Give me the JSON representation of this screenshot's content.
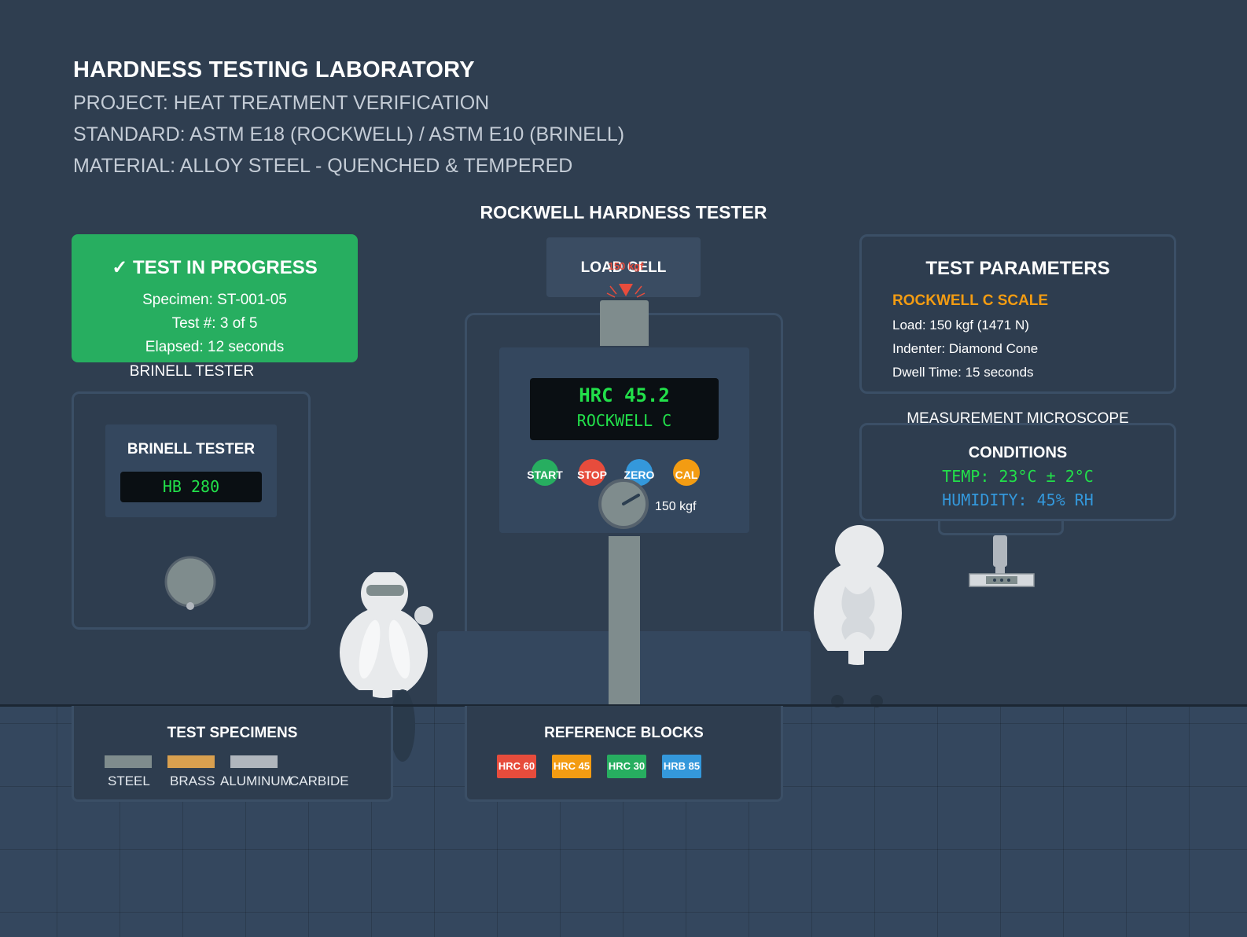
{
  "header": {
    "title": "HARDNESS TESTING LABORATORY",
    "project": "PROJECT: HEAT TREATMENT VERIFICATION",
    "standard": "STANDARD: ASTM E18 (ROCKWELL) / ASTM E10 (BRINELL)",
    "material": "MATERIAL: ALLOY STEEL - QUENCHED & TEMPERED"
  },
  "status": {
    "check_icon": "checkmark-icon",
    "title": "TEST IN PROGRESS",
    "specimen": "Specimen: ST-001-05",
    "test_number": "Test #: 3 of 5",
    "elapsed": "Elapsed: 12 seconds",
    "color": "#27ae60"
  },
  "rockwell": {
    "title": "ROCKWELL HARDNESS TESTER",
    "load_cell_label": "LOAD CELL",
    "load_indicator": "150 kgf",
    "display_value": "HRC 45.2",
    "display_scale": "ROCKWELL C",
    "buttons": [
      {
        "label": "START",
        "color": "#27ae60"
      },
      {
        "label": "STOP",
        "color": "#e74c3c"
      },
      {
        "label": "ZERO",
        "color": "#3498db"
      },
      {
        "label": "CAL",
        "color": "#f39c12"
      }
    ],
    "dial_label": "150 kgf"
  },
  "brinell": {
    "outer_label": "BRINELL TESTER",
    "title": "BRINELL TESTER",
    "display_value": "HB 280"
  },
  "parameters": {
    "title": "TEST PARAMETERS",
    "scale": "ROCKWELL C SCALE",
    "load": "Load: 150 kgf (1471 N)",
    "indenter": "Indenter: Diamond Cone",
    "dwell": "Dwell Time: 15 seconds",
    "accent": "#f39c12"
  },
  "microscope": {
    "label": "MEASUREMENT MICROSCOPE"
  },
  "conditions": {
    "title": "CONDITIONS",
    "temp": "TEMP: 23°C ± 2°C",
    "humidity": "HUMIDITY: 45% RH",
    "temp_color": "#22e04a",
    "humidity_color": "#3498db"
  },
  "specimens": {
    "title": "TEST SPECIMENS",
    "items": [
      {
        "label": "STEEL",
        "color": "#7f8c8d"
      },
      {
        "label": "BRASS",
        "color": "#d9a04f"
      },
      {
        "label": "ALUMINUM",
        "color": "#b0b6bd"
      },
      {
        "label": "CARBIDE",
        "color": ""
      }
    ]
  },
  "reference_blocks": {
    "title": "REFERENCE BLOCKS",
    "items": [
      {
        "label": "HRC 60",
        "color": "#e74c3c"
      },
      {
        "label": "HRC 45",
        "color": "#f39c12"
      },
      {
        "label": "HRC 30",
        "color": "#27ae60"
      },
      {
        "label": "HRB 85",
        "color": "#3498db"
      }
    ]
  }
}
